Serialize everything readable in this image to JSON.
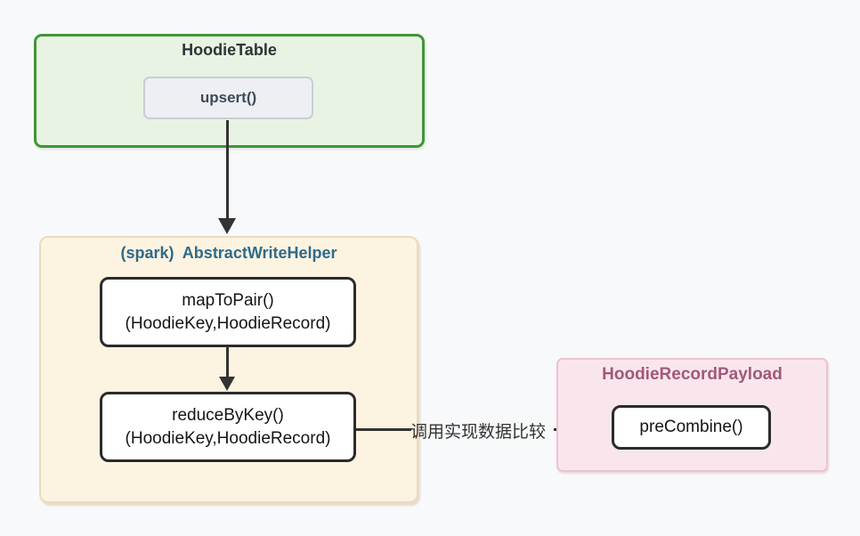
{
  "colors": {
    "page_bg": "#f8f9fa",
    "green_bg": "#e9f3e3",
    "green_border": "#3f9737",
    "gray_method_bg": "#edeff3",
    "gray_method_border": "#c9cdd6",
    "orange_bg": "#fcf3e1",
    "orange_border": "#e9dcbd",
    "teal_title": "#2e6b8a",
    "pink_bg": "#f9e6ec",
    "pink_border": "#edc2d0",
    "pink_title": "#a2587a",
    "method_border": "#2b2b2b",
    "arrow": "#333333"
  },
  "hoodie_table": {
    "title": "HoodieTable",
    "method_label": "upsert()"
  },
  "write_helper": {
    "title": "(spark)  AbstractWriteHelper",
    "map_to_pair_line1": "mapToPair()",
    "map_to_pair_line2": "(HoodieKey,HoodieRecord)",
    "reduce_by_key_line1": "reduceByKey()",
    "reduce_by_key_line2": "(HoodieKey,HoodieRecord)"
  },
  "record_payload": {
    "title": "HoodieRecordPayload",
    "method_label": "preCombine()"
  },
  "edges": {
    "reduce_to_precombine_label": "调用实现数据比较"
  }
}
